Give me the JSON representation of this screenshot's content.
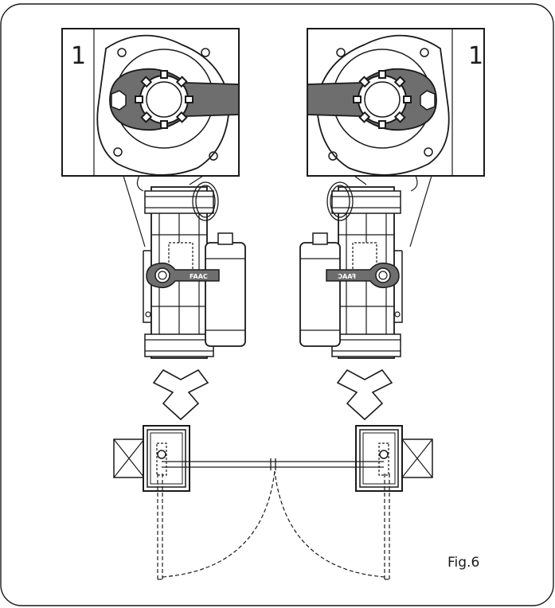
{
  "figure": {
    "caption": "Fig.6",
    "detail_left_label": "1",
    "detail_right_label": "1"
  },
  "colors": {
    "stroke": "#1a1a1a",
    "wrench_fill": "#6e6e6e",
    "background": "#ffffff"
  },
  "icons": [
    "motor-left-icon",
    "motor-right-icon",
    "wrench-icon",
    "arrow-down-icon",
    "gate-plan-icon"
  ]
}
